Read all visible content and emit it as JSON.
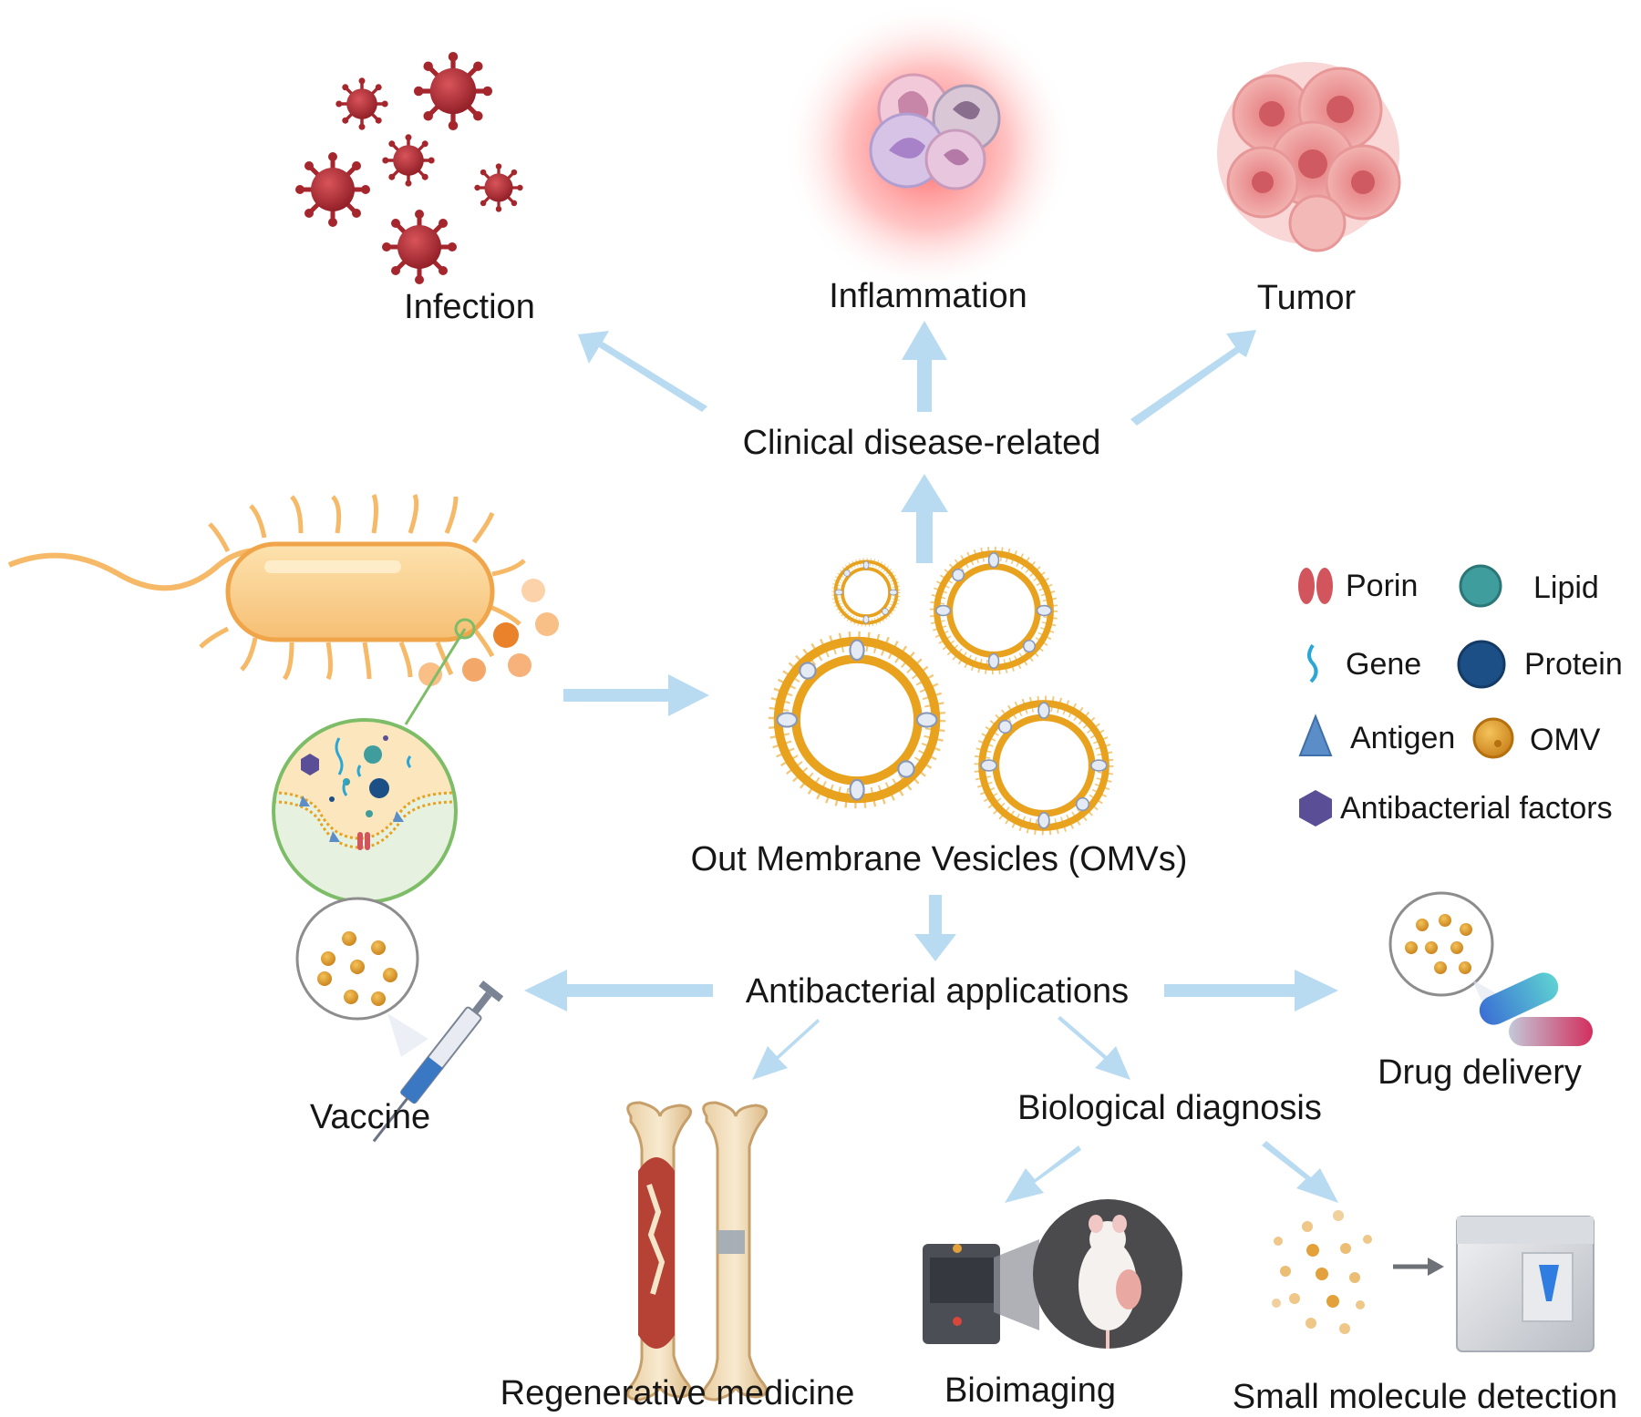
{
  "top": {
    "infection": "Infection",
    "inflammation": "Inflammation",
    "tumor": "Tumor"
  },
  "center": {
    "clinical": "Clinical disease-related",
    "omvs": "Out Membrane Vesicles (OMVs)",
    "antibacterial": "Antibacterial applications"
  },
  "applications": {
    "vaccine": "Vaccine",
    "drug_delivery": "Drug delivery",
    "biological_diagnosis": "Biological diagnosis",
    "regenerative_medicine": "Regenerative medicine",
    "bioimaging": "Bioimaging",
    "small_molecule_detection": "Small molecule detection"
  },
  "legend": {
    "porin": "Porin",
    "lipid": "Lipid",
    "gene": "Gene",
    "protein": "Protein",
    "antigen": "Antigen",
    "omv": "OMV",
    "antibacterial_factors": "Antibacterial factors"
  },
  "colors": {
    "arrow": "#b9dbf2",
    "virus": "#a5262d",
    "omv_orange": "#e8a21e",
    "bacterium": "#f8c984",
    "porin": "#d2545c",
    "lipid": "#3f9d9e",
    "protein": "#1b4f86",
    "antigen": "#5b8dc8",
    "antibacterial_factor": "#5a4f96"
  }
}
